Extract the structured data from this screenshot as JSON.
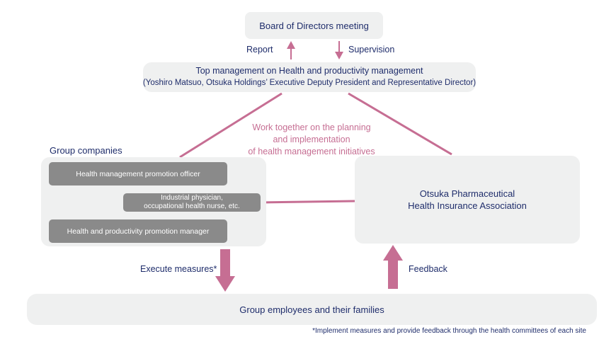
{
  "board": {
    "label": "Board of Directors meeting"
  },
  "report_label": "Report",
  "supervision_label": "Supervision",
  "top_management": {
    "line1": "Top management on Health and productivity management",
    "line2": "(Yoshiro Matsuo, Otsuka Holdings’ Executive Deputy President and Representative Director)"
  },
  "work_together": {
    "line1": "Work together on the planning",
    "line2": "and implementation",
    "line3": "of health management initiatives"
  },
  "group_companies": {
    "title": "Group companies",
    "officer": "Health management promotion officer",
    "physician_line1": "Industrial physician,",
    "physician_line2": "occupational health nurse, etc.",
    "manager": "Health and productivity promotion manager"
  },
  "association": {
    "line1": "Otsuka Pharmaceutical",
    "line2": "Health Insurance Association"
  },
  "execute_label": "Execute measures*",
  "feedback_label": "Feedback",
  "employees": {
    "label": "Group employees and their families"
  },
  "footnote": "*Implement measures and provide feedback through the health committees of each site",
  "colors": {
    "navy": "#1f2d6b",
    "pink": "#c66e93",
    "light_box": "#eff0f0",
    "grey_box": "#8a8a8a"
  }
}
